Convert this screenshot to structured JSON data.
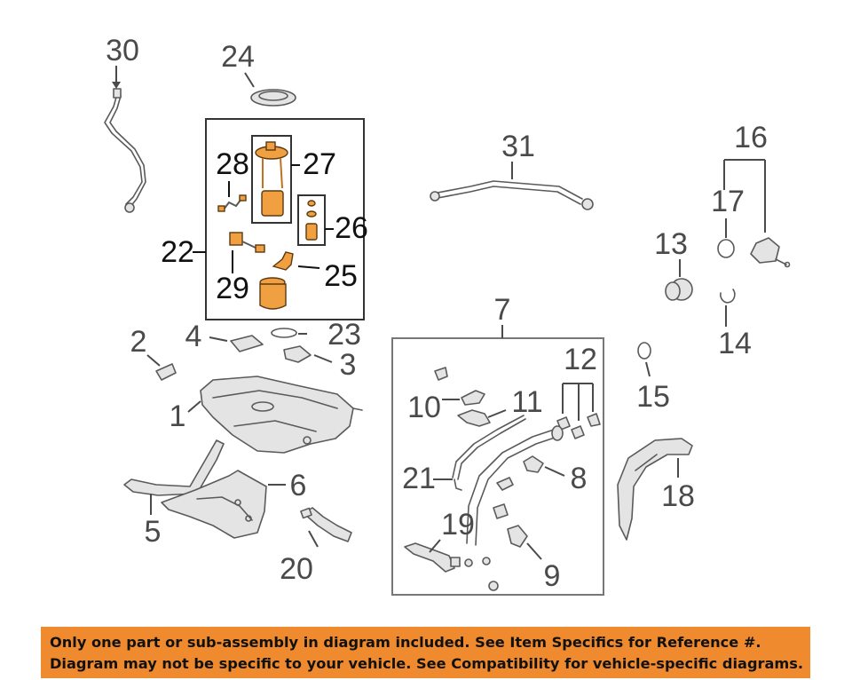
{
  "callouts": {
    "c1": "1",
    "c2": "2",
    "c3": "3",
    "c4": "4",
    "c5": "5",
    "c6": "6",
    "c7": "7",
    "c8": "8",
    "c9": "9",
    "c10": "10",
    "c11": "11",
    "c12": "12",
    "c13": "13",
    "c14": "14",
    "c15": "15",
    "c16": "16",
    "c17": "17",
    "c18": "18",
    "c19": "19",
    "c20": "20",
    "c21": "21",
    "c22": "22",
    "c23": "23",
    "c24": "24",
    "c25": "25",
    "c26": "26",
    "c27": "27",
    "c28": "28",
    "c29": "29",
    "c30": "30",
    "c31": "31"
  },
  "banner": {
    "line1": "Only one part or sub-assembly in diagram included. See Item Specifics for Reference #.",
    "line2": "Diagram may not be specific to your vehicle. See Compatibility for vehicle-specific diagrams.",
    "color": "#ef8a2e"
  },
  "colors": {
    "highlight": "#f0a040",
    "lineart": "#5a5a5a"
  }
}
